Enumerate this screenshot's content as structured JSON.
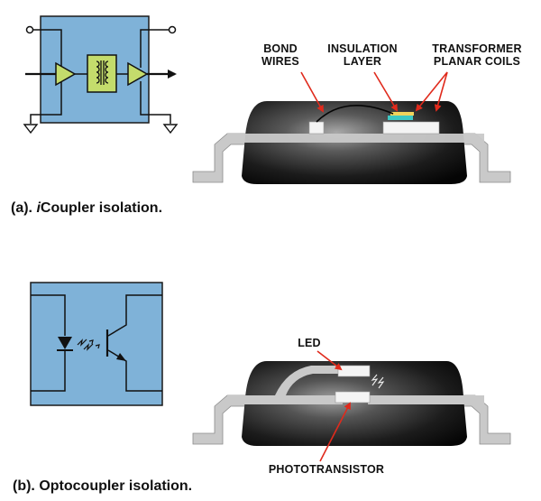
{
  "icoupler": {
    "callouts": {
      "bond_wires_1": "BOND",
      "bond_wires_2": "WIRES",
      "insulation_1": "INSULATION",
      "insulation_2": "LAYER",
      "coils_1": "TRANSFORMER",
      "coils_2": "PLANAR COILS"
    },
    "caption_prefix": "(a). ",
    "caption_italic": "i",
    "caption_rest": "Coupler isolation."
  },
  "optocoupler": {
    "callouts": {
      "led": "LED",
      "phototransistor": "PHOTOTRANSISTOR"
    },
    "caption": "(b). Optocoupler isolation."
  },
  "colors": {
    "schematic_fill": "#7fb2d8",
    "buffer_fill": "#c4dc6c",
    "package_body": "#1a1a1a",
    "lead_frame": "#c9c9c9",
    "callout_arrow": "#e02a1c",
    "coil_layer": "#f1d35c",
    "insulation_layer": "#3dc8c4"
  }
}
